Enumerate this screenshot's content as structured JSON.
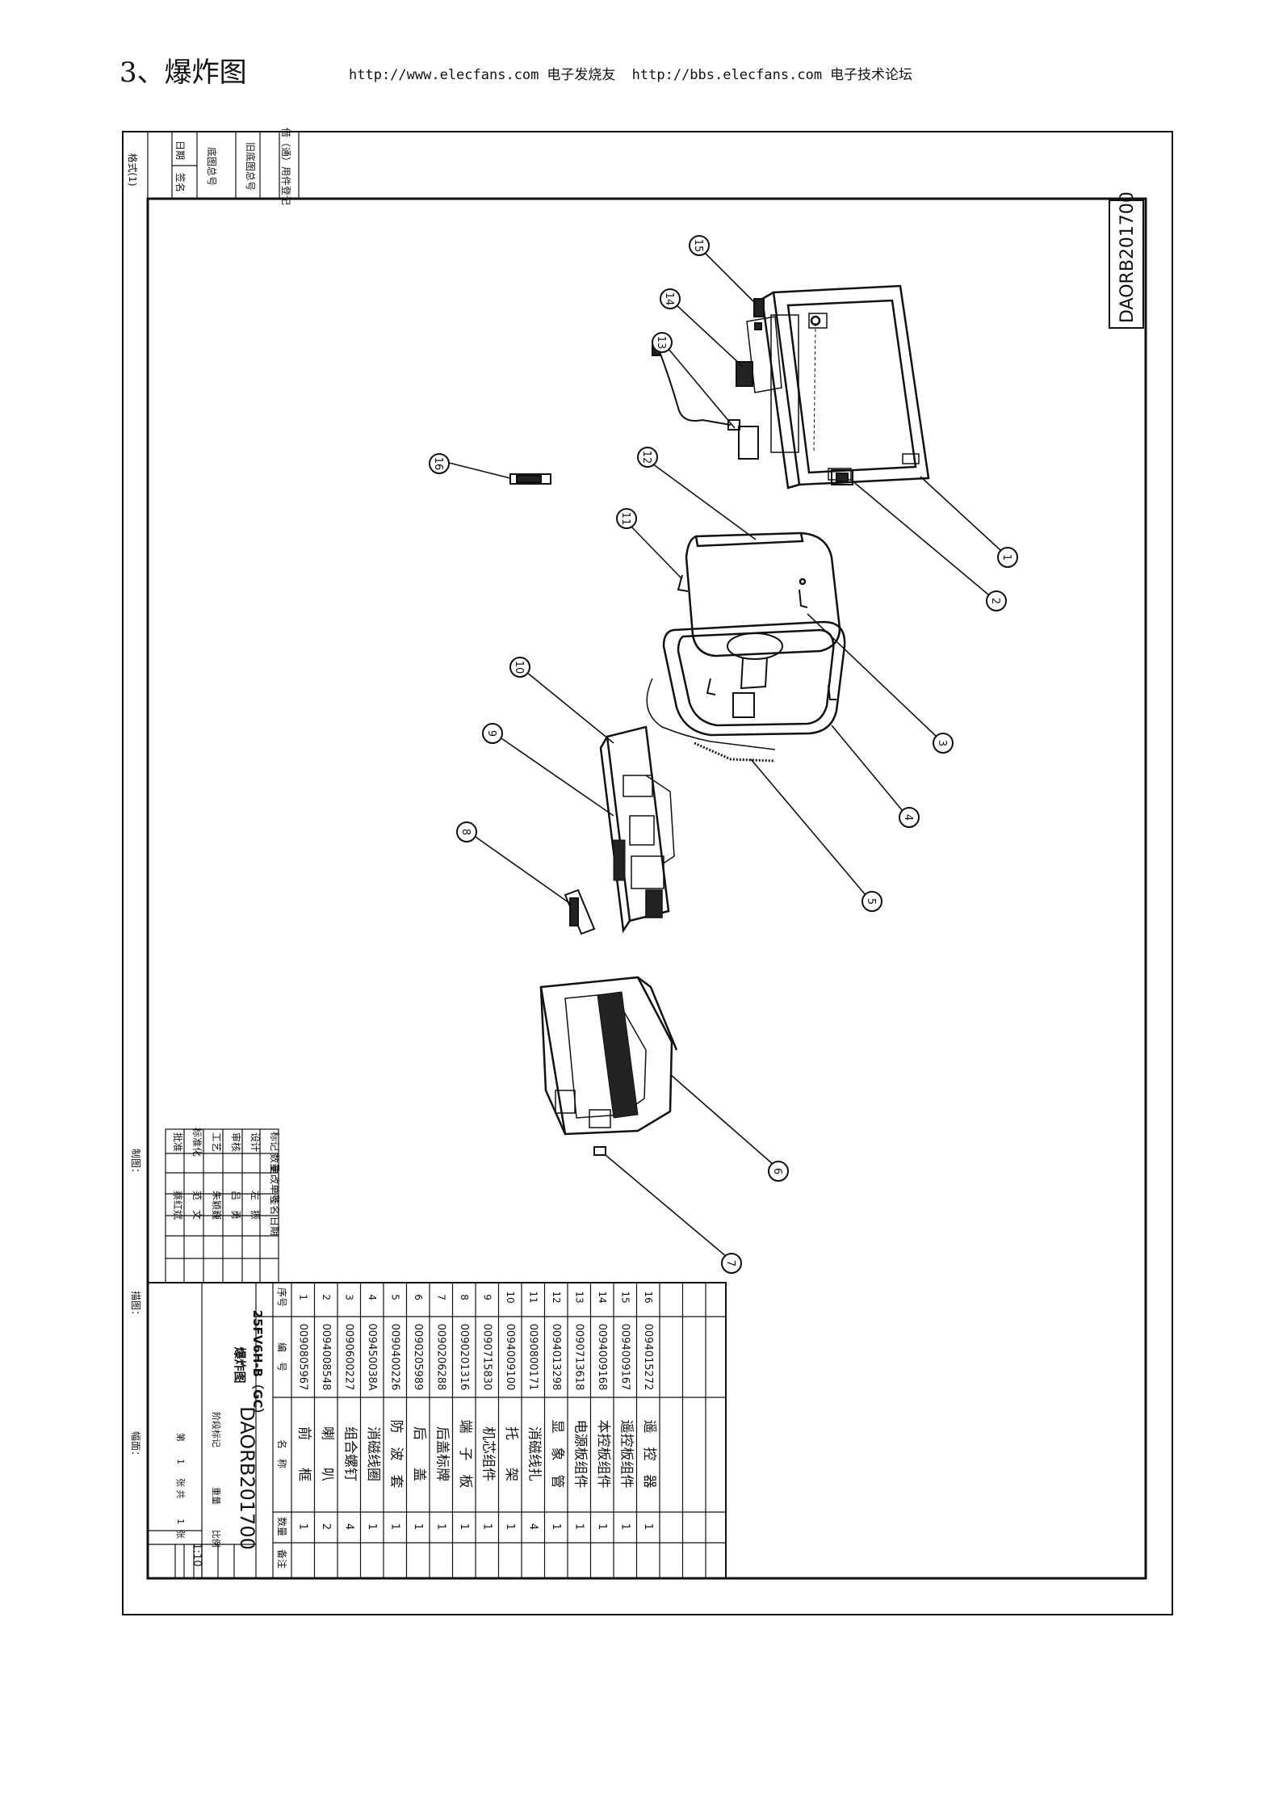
{
  "header": {
    "title": "3、爆炸图",
    "links": [
      {
        "url": "http://www.elecfans.com",
        "label": "电子发烧友"
      },
      {
        "url": "http://bbs.elecfans.com",
        "label": "电子技术论坛"
      }
    ]
  },
  "drawing": {
    "code": "DAORB201700",
    "model": "25FV6H-B（GC）",
    "name": "爆炸图",
    "scale": "1:10",
    "sheet": {
      "prefix": "第",
      "num": "1",
      "of": "张 共",
      "total": "1",
      "suffix": "张"
    },
    "stage": {
      "a": "阶段标记",
      "b": "重量",
      "c": "比例"
    },
    "side_labels": [
      "借（通）用件登记",
      "旧底图总号",
      "底图总号",
      "日期",
      "签名"
    ],
    "format": "格式(1)",
    "bottom_labels": [
      "制图：",
      "描图：",
      "幅面："
    ],
    "approvals": {
      "header": [
        "标记",
        "数量",
        "更改单号",
        "签名",
        "日期"
      ],
      "roles": [
        "设计",
        "审核",
        "工艺",
        "标准化",
        "批准"
      ],
      "names": [
        "左　振",
        "吕　勇",
        "朱颖巍",
        "范　文",
        "蔡红斌"
      ]
    },
    "callouts": [
      "1",
      "2",
      "3",
      "4",
      "5",
      "6",
      "7",
      "8",
      "9",
      "10",
      "11",
      "12",
      "13",
      "14",
      "15",
      "16"
    ],
    "bom_header": {
      "seq": "序号",
      "code": "编　号",
      "name": "名　称",
      "qty": "数量",
      "note": "备注"
    },
    "bom": [
      {
        "seq": "16",
        "code": "0094015272",
        "name": "遥　控　器",
        "qty": "1"
      },
      {
        "seq": "15",
        "code": "0094009167",
        "name": "遥控板组件",
        "qty": "1"
      },
      {
        "seq": "14",
        "code": "0094009168",
        "name": "本控板组件",
        "qty": "1"
      },
      {
        "seq": "13",
        "code": "0090713618",
        "name": "电源板组件",
        "qty": "1"
      },
      {
        "seq": "12",
        "code": "0094013298",
        "name": "显　象　管",
        "qty": "1"
      },
      {
        "seq": "11",
        "code": "0090800171",
        "name": "消磁线扎",
        "qty": "4"
      },
      {
        "seq": "10",
        "code": "0094009100",
        "name": "托　　架",
        "qty": "1"
      },
      {
        "seq": "9",
        "code": "0090715830",
        "name": "机芯组件",
        "qty": "1"
      },
      {
        "seq": "8",
        "code": "0090201316",
        "name": "端　子　板",
        "qty": "1"
      },
      {
        "seq": "7",
        "code": "0090206288",
        "name": "后盖标牌",
        "qty": "1"
      },
      {
        "seq": "6",
        "code": "0090205989",
        "name": "后　　盖",
        "qty": "1"
      },
      {
        "seq": "5",
        "code": "0090400226",
        "name": "防　波　套",
        "qty": "1"
      },
      {
        "seq": "4",
        "code": "009450038A",
        "name": "消磁线圈",
        "qty": "1"
      },
      {
        "seq": "3",
        "code": "0090600227",
        "name": "组合螺钉",
        "qty": "4"
      },
      {
        "seq": "2",
        "code": "0094008548",
        "name": "喇　　叭",
        "qty": "2"
      },
      {
        "seq": "1",
        "code": "0090805967",
        "name": "前　　框",
        "qty": "1"
      }
    ]
  }
}
